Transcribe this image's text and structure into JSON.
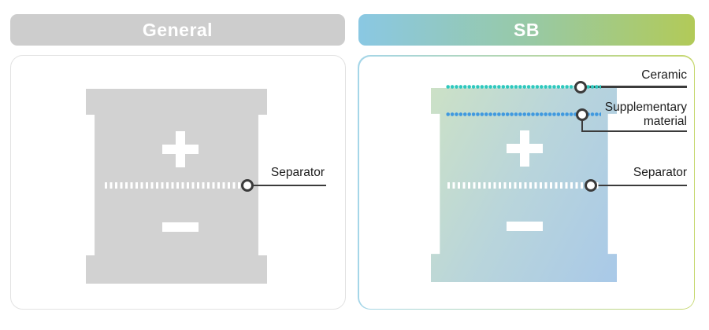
{
  "diagram": {
    "panels": [
      {
        "id": "general",
        "header_label": "General",
        "battery": {
          "positive_icon": "plus",
          "negative_icon": "minus"
        },
        "callouts": [
          {
            "label": "Separator"
          }
        ]
      },
      {
        "id": "sb",
        "header_label": "SB",
        "battery": {
          "positive_icon": "plus",
          "negative_icon": "minus"
        },
        "callouts": [
          {
            "label": "Ceramic"
          },
          {
            "label": "Supplementary",
            "label_line2": "material"
          },
          {
            "label": "Separator"
          }
        ]
      }
    ],
    "colors": {
      "general_header_bg": "#CDCDCD",
      "general_battery": "#D2D2D2",
      "sb_header_gradient_start": "#8AC8E3",
      "sb_header_gradient_end": "#B2CA58",
      "sb_battery_gradient_start": "#CCE1C6",
      "sb_battery_gradient_end": "#A9C9E8",
      "sb_panel_border_start": "#A5D6E9",
      "sb_panel_border_end": "#C5D76C",
      "ceramic_dots": "#2EC8BD",
      "supplementary_dots": "#4099DF",
      "separator_dots": "#FFFFFF",
      "callout_line": "#3B3B3B",
      "label_text": "#1C1C1C"
    }
  }
}
